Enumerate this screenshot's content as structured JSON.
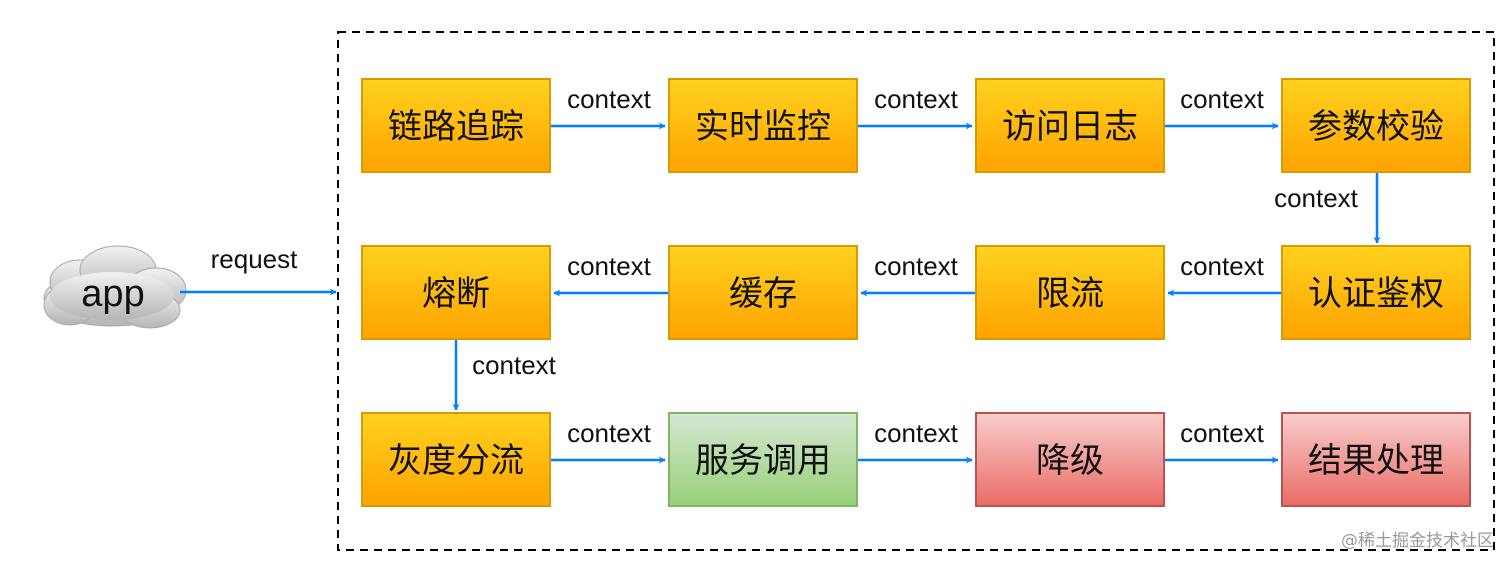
{
  "client": {
    "label": "app"
  },
  "entry_edge": {
    "label": "request"
  },
  "rows": [
    {
      "direction": "right",
      "nodes": [
        {
          "label": "链路追踪",
          "kind": "orange"
        },
        {
          "label": "实时监控",
          "kind": "orange"
        },
        {
          "label": "访问日志",
          "kind": "orange"
        },
        {
          "label": "参数校验",
          "kind": "orange"
        }
      ],
      "edge_labels": [
        "context",
        "context",
        "context"
      ]
    },
    {
      "direction": "left",
      "nodes": [
        {
          "label": "熔断",
          "kind": "orange"
        },
        {
          "label": "缓存",
          "kind": "orange"
        },
        {
          "label": "限流",
          "kind": "orange"
        },
        {
          "label": "认证鉴权",
          "kind": "orange"
        }
      ],
      "edge_labels": [
        "context",
        "context",
        "context"
      ]
    },
    {
      "direction": "right",
      "nodes": [
        {
          "label": "灰度分流",
          "kind": "orange"
        },
        {
          "label": "服务调用",
          "kind": "green"
        },
        {
          "label": "降级",
          "kind": "red"
        },
        {
          "label": "结果处理",
          "kind": "red"
        }
      ],
      "edge_labels": [
        "context",
        "context",
        "context"
      ]
    }
  ],
  "row_links": [
    {
      "label": "context"
    },
    {
      "label": "context"
    }
  ],
  "watermark": "@稀土掘金技术社区",
  "colors": {
    "orange_top": "#ffd21f",
    "orange_bottom": "#ffa300",
    "orange_stroke": "#d79b00",
    "green_top": "#d5e8d4",
    "green_bottom": "#97d077",
    "green_stroke": "#82b366",
    "red_top": "#f8cecc",
    "red_bottom": "#ea6b66",
    "red_stroke": "#b85450",
    "arrow": "#007fff",
    "border": "#000000"
  }
}
